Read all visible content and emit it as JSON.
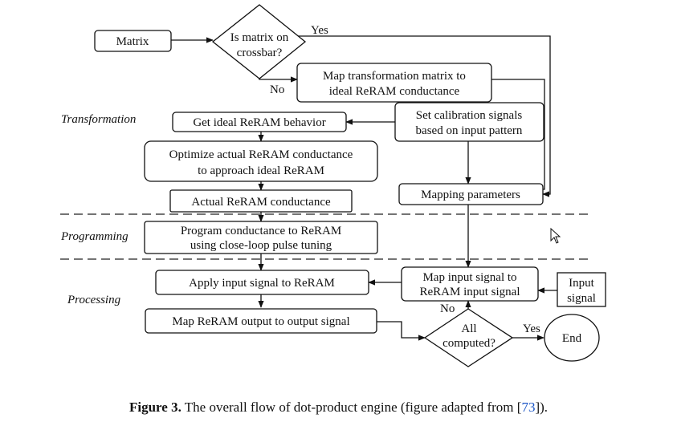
{
  "nodes": {
    "matrix": "Matrix",
    "decision_on_crossbar": [
      "Is matrix on",
      "crossbar?"
    ],
    "map_transformation": [
      "Map transformation matrix to",
      "ideal ReRAM conductance"
    ],
    "get_ideal_behavior": "Get ideal ReRAM behavior",
    "set_calibration": [
      "Set calibration signals",
      "based on input pattern"
    ],
    "optimize_conductance": [
      "Optimize actual ReRAM conductance",
      "to approach ideal ReRAM"
    ],
    "actual_conductance": "Actual ReRAM conductance",
    "mapping_parameters": "Mapping parameters",
    "program_conductance": [
      "Program conductance to ReRAM",
      "using close-loop pulse tuning"
    ],
    "apply_input": "Apply input signal to ReRAM",
    "map_input_signal": [
      "Map input signal to",
      "ReRAM input signal"
    ],
    "input_signal": [
      "Input",
      "signal"
    ],
    "map_output": "Map ReRAM output to output signal",
    "decision_all_computed": [
      "All",
      "computed?"
    ],
    "end": "End"
  },
  "edge_labels": {
    "yes_top": "Yes",
    "no_top": "No",
    "no_bottom": "No",
    "yes_bottom": "Yes"
  },
  "phases": {
    "transformation": "Transformation",
    "programming": "Programming",
    "processing": "Processing"
  },
  "caption": {
    "label": "Figure 3.",
    "text": " The overall flow of dot-product engine (figure adapted from [",
    "ref": "73",
    "tail": "])."
  }
}
